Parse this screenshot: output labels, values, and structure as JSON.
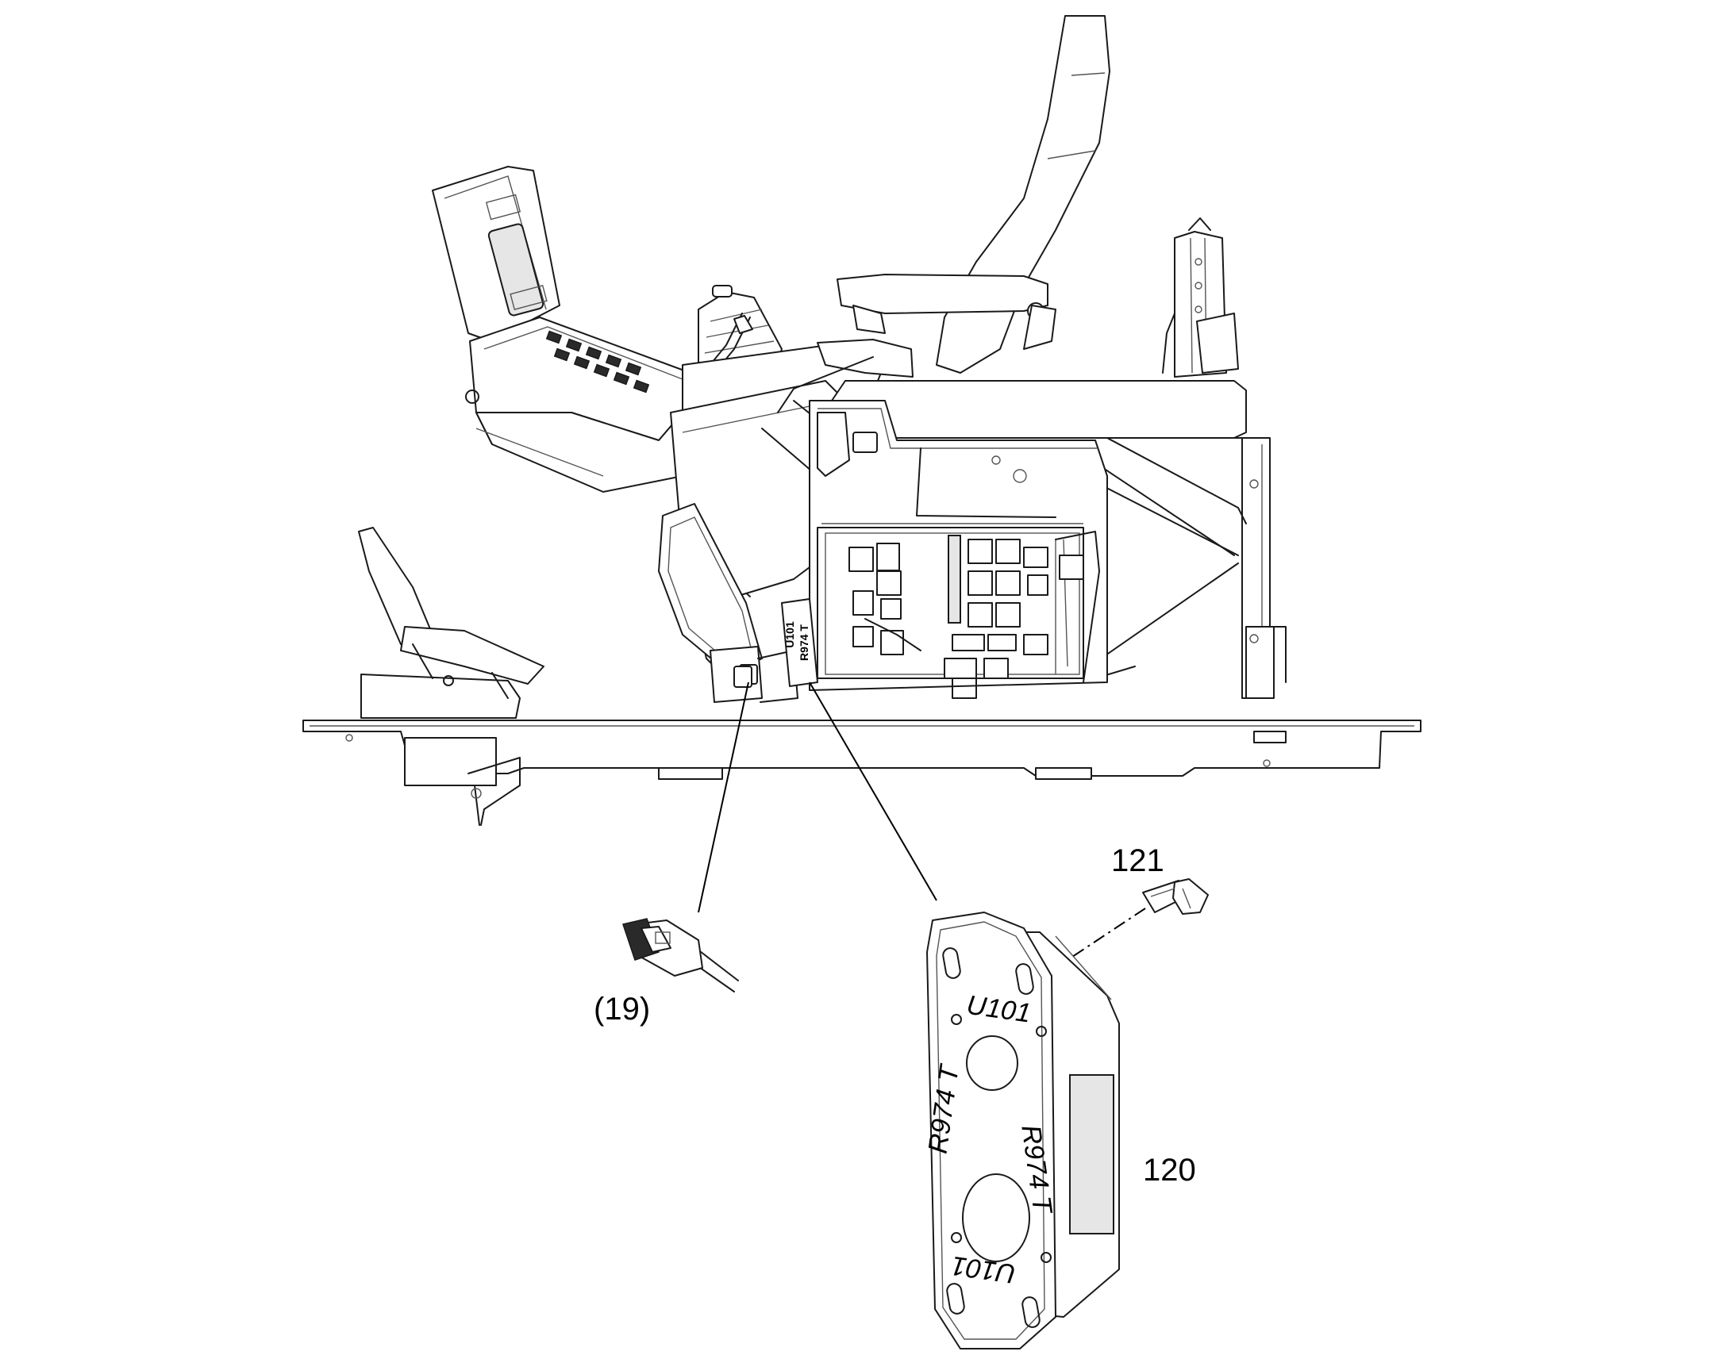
{
  "callouts": {
    "connector": "(19)",
    "screw": "121",
    "module": "120"
  },
  "module_markings": {
    "id_top": "U101",
    "id_bottom": "U101",
    "code_left": "R974  T",
    "code_right": "R974  T"
  },
  "mounted_label": {
    "id": "U101",
    "code": "R974  T"
  }
}
